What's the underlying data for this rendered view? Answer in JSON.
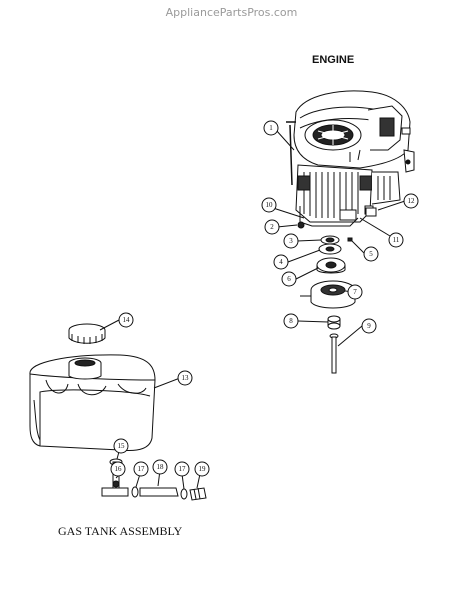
{
  "watermark": "AppliancePartsPros.com",
  "engine_title": "ENGINE",
  "gas_tank_title": "GAS TANK ASSEMBLY",
  "callouts": {
    "c1": "1",
    "c2": "2",
    "c3": "3",
    "c4": "4",
    "c5": "5",
    "c6": "6",
    "c7": "7",
    "c8": "8",
    "c9": "9",
    "c10": "10",
    "c11": "11",
    "c12": "12",
    "c13": "13",
    "c14": "14",
    "c15": "15",
    "c16": "16",
    "c17a": "17",
    "c17b": "17",
    "c18": "18",
    "c19": "19"
  }
}
